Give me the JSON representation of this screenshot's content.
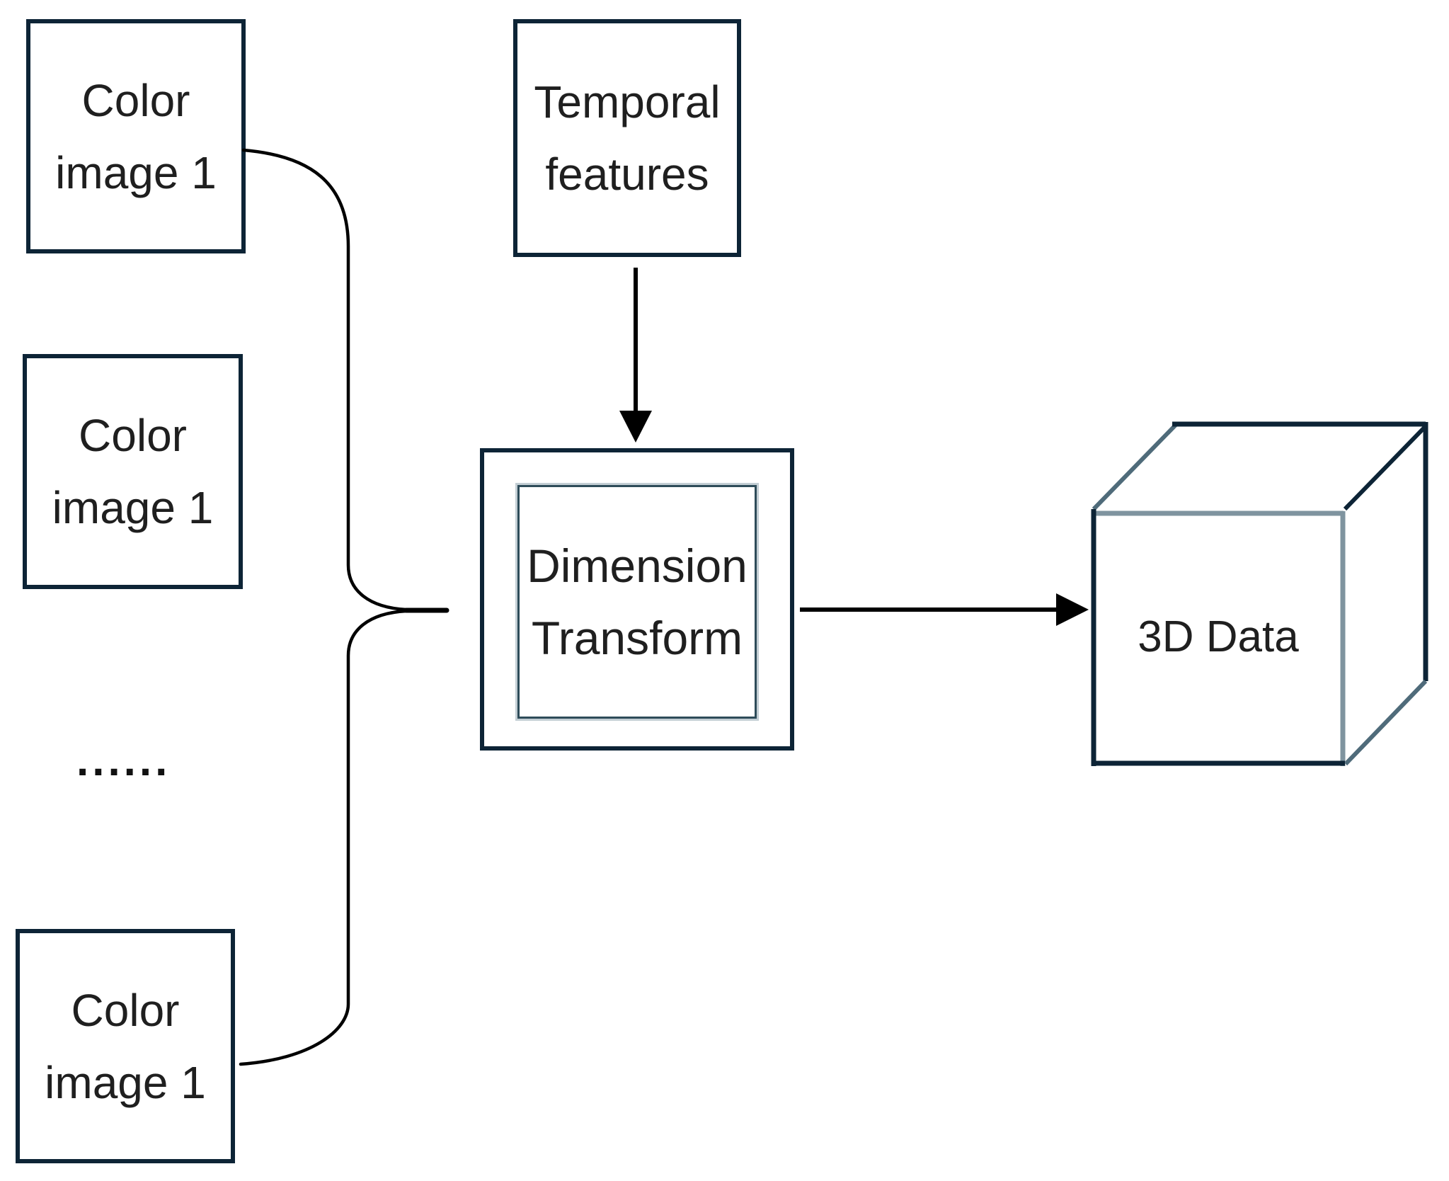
{
  "colors": {
    "background": "#ffffff",
    "box_border": "#0d2436",
    "inner_border_teal": "#2e4c59",
    "inner_border_silver": "#c3ced4",
    "connector": "#000000",
    "cube_edge_light": "#7f949f",
    "cube_edge_slate": "#4f6b7a",
    "text": "#1f1f1f"
  },
  "diagram": {
    "input_boxes": [
      {
        "line1": "Color",
        "line2": "image 1"
      },
      {
        "line1": "Color",
        "line2": "image 1"
      },
      {
        "line1": "Color",
        "line2": "image 1"
      }
    ],
    "ellipsis": "......",
    "temporal_box": {
      "line1": "Temporal",
      "line2": "features"
    },
    "transform_box": {
      "line1": "Dimension",
      "line2": "Transform"
    },
    "output_cube": {
      "label": "3D Data"
    }
  }
}
